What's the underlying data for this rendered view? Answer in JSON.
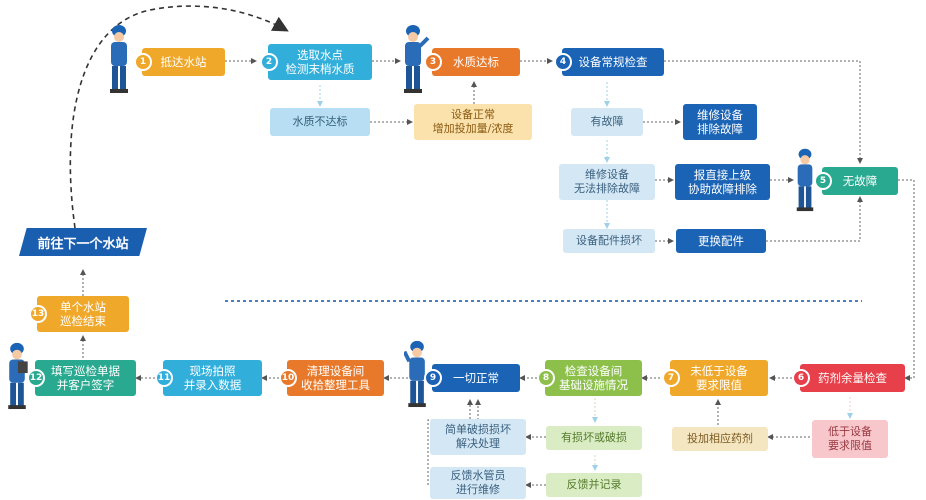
{
  "steps": {
    "s1": {
      "num": "1",
      "label": "抵达水站"
    },
    "s2": {
      "num": "2",
      "label": "选取水点\n检测末梢水质"
    },
    "s3": {
      "num": "3",
      "label": "水质达标"
    },
    "s4": {
      "num": "4",
      "label": "设备常规检查"
    },
    "s5": {
      "num": "5",
      "label": "无故障"
    },
    "s6": {
      "num": "6",
      "label": "药剂余量检查"
    },
    "s7": {
      "num": "7",
      "label": "未低于设备\n要求限值"
    },
    "s8": {
      "num": "8",
      "label": "检查设备间\n基础设施情况"
    },
    "s9": {
      "num": "9",
      "label": "一切正常"
    },
    "s10": {
      "num": "10",
      "label": "清理设备间\n收拾整理工具"
    },
    "s11": {
      "num": "11",
      "label": "现场拍照\n并录入数据"
    },
    "s12": {
      "num": "12",
      "label": "填写巡检单据\n并客户签字"
    },
    "s13": {
      "num": "13",
      "label": "单个水站\n巡检结束"
    }
  },
  "branches": {
    "quality_fail": "水质不达标",
    "equipment_normal": "设备正常\n增加投加量/浓度",
    "has_fault": "有故障",
    "repair_fix": "维修设备\n排除故障",
    "repair_fail": "维修设备\n无法排除故障",
    "report_superior": "报直接上级\n协助故障排除",
    "parts_damaged": "设备配件损坏",
    "replace_parts": "更换配件",
    "below_limit": "低于设备\n要求限值",
    "add_chemical": "投加相应药剂",
    "damaged": "有损坏或破损",
    "simple_repair": "简单破损损坏\n解决处理",
    "feedback_record": "反馈并记录",
    "feedback_manager": "反馈水管员\n进行维修"
  },
  "next_station": "前往下一个水站",
  "colors": {
    "orange": "#f0a82a",
    "blue": "#1a63b5",
    "teal": "#29a98f",
    "red": "#e7404a",
    "green": "#8cc04b",
    "sky": "#32aedb",
    "arrow": "#555555",
    "divider": "#2e6fbf"
  },
  "icons": {
    "worker": "worker-icon"
  }
}
